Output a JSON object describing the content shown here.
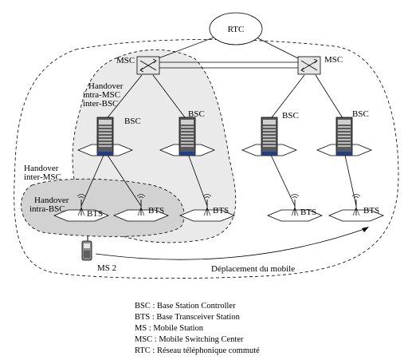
{
  "nodes": {
    "rtc": "RTC",
    "msc_left": "MSC",
    "msc_right": "MSC",
    "bsc1": "BSC",
    "bsc2": "BSC",
    "bsc3": "BSC",
    "bsc4": "BSC",
    "bts1": "BTS",
    "bts2": "BTS",
    "bts3": "BTS",
    "bts4": "BTS",
    "bts5": "BTS",
    "ms": "MS 2"
  },
  "regions": {
    "intra_msc_line1": "Handover",
    "intra_msc_line2": "intra-MSC",
    "intra_msc_line3": "inter-BSC",
    "inter_msc_line1": "Handover",
    "inter_msc_line2": "inter-MSC",
    "intra_bsc_line1": "Handover",
    "intra_bsc_line2": "intra-BSC"
  },
  "movement_label": "Déplacement du mobile",
  "legend": [
    "BSC : Base Station Controller",
    "BTS : Base Transceiver Station",
    "MS : Mobile Station",
    "MSC : Mobile Switching Center",
    "RTC : Réseau téléphonique commuté"
  ]
}
